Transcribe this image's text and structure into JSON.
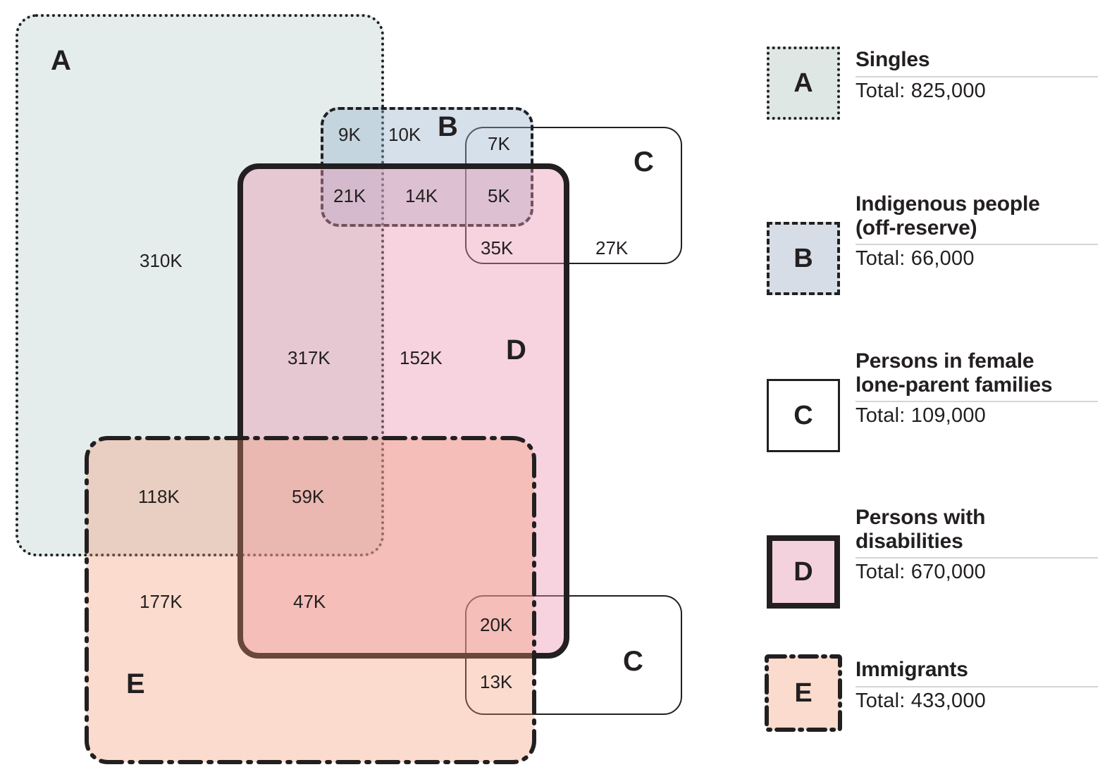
{
  "chart_data": {
    "type": "venn",
    "title": "",
    "sets": [
      {
        "id": "A",
        "label": "Singles",
        "total_label": "Total: 825,000",
        "total": 825000,
        "border_style": "dotted",
        "fill": "#dfe7e4"
      },
      {
        "id": "B",
        "label": "Indigenous people (off-reserve)",
        "label_line1": "Indigenous people",
        "label_line2": "(off-reserve)",
        "total_label": "Total: 66,000",
        "total": 66000,
        "border_style": "dashed",
        "fill": "#d6dde6"
      },
      {
        "id": "C",
        "label": "Persons in female lone-parent families",
        "label_line1": "Persons in female",
        "label_line2": "lone-parent families",
        "total_label": "Total: 109,000",
        "total": 109000,
        "border_style": "solid-thin",
        "fill": "#ffffff"
      },
      {
        "id": "D",
        "label": "Persons with disabilities",
        "label_line1": "Persons with",
        "label_line2": "disabilities",
        "total_label": "Total: 670,000",
        "total": 670000,
        "border_style": "solid-thick",
        "fill": "#f3d2de"
      },
      {
        "id": "E",
        "label": "Immigrants",
        "label_line1": "Immigrants",
        "label_line2": "",
        "total_label": "Total: 433,000",
        "total": 433000,
        "border_style": "dash-dot",
        "fill": "#fadbcd"
      }
    ],
    "regions": [
      {
        "label": "310K",
        "value": 310000,
        "members": [
          "A"
        ]
      },
      {
        "label": "9K",
        "value": 9000,
        "members": [
          "A",
          "B"
        ]
      },
      {
        "label": "10K",
        "value": 10000,
        "members": [
          "B"
        ]
      },
      {
        "label": "7K",
        "value": 7000,
        "members": [
          "B",
          "C"
        ]
      },
      {
        "label": "21K",
        "value": 21000,
        "members": [
          "A",
          "B",
          "D"
        ]
      },
      {
        "label": "14K",
        "value": 14000,
        "members": [
          "B",
          "D"
        ]
      },
      {
        "label": "5K",
        "value": 5000,
        "members": [
          "B",
          "C",
          "D"
        ]
      },
      {
        "label": "35K",
        "value": 35000,
        "members": [
          "C",
          "D"
        ]
      },
      {
        "label": "27K",
        "value": 27000,
        "members": [
          "C"
        ]
      },
      {
        "label": "317K",
        "value": 317000,
        "members": [
          "A",
          "D"
        ]
      },
      {
        "label": "152K",
        "value": 152000,
        "members": [
          "D"
        ]
      },
      {
        "label": "118K",
        "value": 118000,
        "members": [
          "A",
          "E"
        ]
      },
      {
        "label": "59K",
        "value": 59000,
        "members": [
          "A",
          "D",
          "E"
        ]
      },
      {
        "label": "177K",
        "value": 177000,
        "members": [
          "E"
        ]
      },
      {
        "label": "47K",
        "value": 47000,
        "members": [
          "D",
          "E"
        ]
      },
      {
        "label": "20K",
        "value": 20000,
        "members": [
          "C",
          "D",
          "E"
        ]
      },
      {
        "label": "13K",
        "value": 13000,
        "members": [
          "C",
          "E"
        ]
      }
    ]
  },
  "diagram": {
    "letters": {
      "a": "A",
      "b": "B",
      "c_top": "C",
      "c_bottom": "C",
      "d": "D",
      "e": "E"
    },
    "values": {
      "a_only": "310K",
      "ab": "9K",
      "b_only": "10K",
      "bc": "7K",
      "abd": "21K",
      "bd": "14K",
      "bcd": "5K",
      "cd": "35K",
      "c_only": "27K",
      "ad": "317K",
      "d_only": "152K",
      "ae": "118K",
      "ade": "59K",
      "e_only": "177K",
      "de": "47K",
      "cde": "20K",
      "ce": "13K"
    }
  },
  "legend": {
    "items": [
      {
        "letter": "A",
        "title_line1": "Singles",
        "title_line2": "",
        "total": "Total: 825,000"
      },
      {
        "letter": "B",
        "title_line1": "Indigenous people",
        "title_line2": "(off-reserve)",
        "total": "Total: 66,000"
      },
      {
        "letter": "C",
        "title_line1": "Persons in female",
        "title_line2": "lone-parent families",
        "total": "Total: 109,000"
      },
      {
        "letter": "D",
        "title_line1": "Persons with",
        "title_line2": "disabilities",
        "total": "Total: 670,000"
      },
      {
        "letter": "E",
        "title_line1": "Immigrants",
        "title_line2": "",
        "total": "Total: 433,000"
      }
    ]
  },
  "colors": {
    "ink": "#231f20",
    "a_fill": "#dfe7e4",
    "b_fill": "#d6dde6",
    "c_fill": "#ffffff",
    "d_fill": "#f3d2de",
    "e_fill": "#fadbcd",
    "rule": "#d5d5d5"
  }
}
